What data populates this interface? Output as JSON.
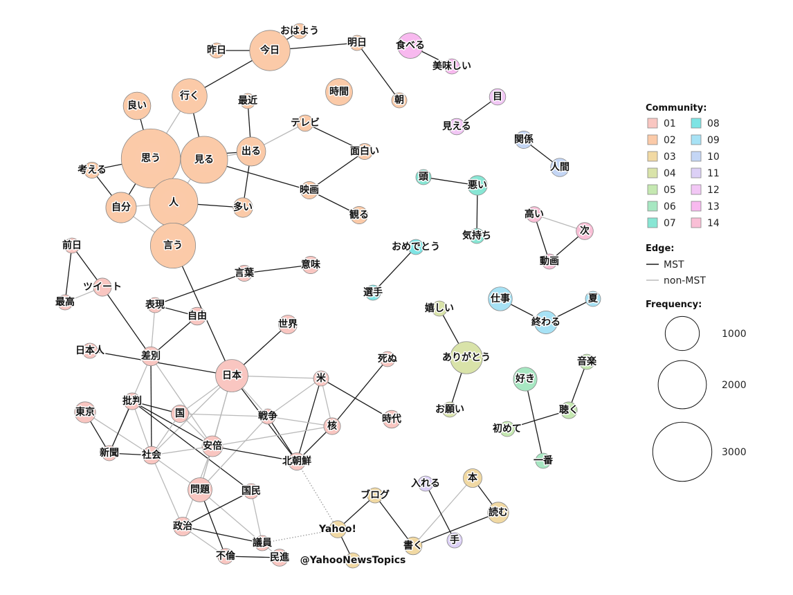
{
  "legend": {
    "community_title": "Community:",
    "edge_title": "Edge:",
    "frequency_title": "Frequency:",
    "communities": [
      {
        "id": "01",
        "color": "#f9c6c1"
      },
      {
        "id": "02",
        "color": "#fbcaa8"
      },
      {
        "id": "03",
        "color": "#f1d9a3"
      },
      {
        "id": "04",
        "color": "#d9e3a9"
      },
      {
        "id": "05",
        "color": "#c5e8b1"
      },
      {
        "id": "06",
        "color": "#a7e7c2"
      },
      {
        "id": "07",
        "color": "#88e6d4"
      },
      {
        "id": "08",
        "color": "#7ee4e4"
      },
      {
        "id": "09",
        "color": "#a7e2f5"
      },
      {
        "id": "10",
        "color": "#c4d6f5"
      },
      {
        "id": "11",
        "color": "#dcd0f6"
      },
      {
        "id": "12",
        "color": "#f2c7f5"
      },
      {
        "id": "13",
        "color": "#f8b9ef"
      },
      {
        "id": "14",
        "color": "#f9bfd6"
      }
    ],
    "edge_types": [
      {
        "label": "MST",
        "color": "#1a1a1a"
      },
      {
        "label": "non-MST",
        "color": "#bbbbbb"
      }
    ],
    "frequency_scale": [
      {
        "label": "1000",
        "value": 1000
      },
      {
        "label": "2000",
        "value": 2000
      },
      {
        "label": "3000",
        "value": 3000
      }
    ]
  },
  "watermark": "@YahooNewsTopics",
  "nodes": [
    {
      "id": "今日",
      "c": "02",
      "f": 1400
    },
    {
      "id": "おはよう",
      "c": "02",
      "f": 110
    },
    {
      "id": "昨日",
      "c": "02",
      "f": 90
    },
    {
      "id": "明日",
      "c": "02",
      "f": 150
    },
    {
      "id": "朝",
      "c": "02",
      "f": 60
    },
    {
      "id": "行く",
      "c": "02",
      "f": 1050
    },
    {
      "id": "良い",
      "c": "02",
      "f": 650
    },
    {
      "id": "時間",
      "c": "02",
      "f": 620
    },
    {
      "id": "最近",
      "c": "02",
      "f": 110
    },
    {
      "id": "テレビ",
      "c": "02",
      "f": 230
    },
    {
      "id": "面白い",
      "c": "02",
      "f": 220
    },
    {
      "id": "思う",
      "c": "02",
      "f": 3000
    },
    {
      "id": "見る",
      "c": "02",
      "f": 1900
    },
    {
      "id": "出る",
      "c": "02",
      "f": 720
    },
    {
      "id": "考える",
      "c": "02",
      "f": 220
    },
    {
      "id": "映画",
      "c": "02",
      "f": 260
    },
    {
      "id": "自分",
      "c": "02",
      "f": 800
    },
    {
      "id": "人",
      "c": "02",
      "f": 2000
    },
    {
      "id": "多い",
      "c": "02",
      "f": 330
    },
    {
      "id": "観る",
      "c": "02",
      "f": 260
    },
    {
      "id": "言う",
      "c": "02",
      "f": 1750
    },
    {
      "id": "前日",
      "c": "01",
      "f": 70
    },
    {
      "id": "ツイート",
      "c": "01",
      "f": 280
    },
    {
      "id": "最高",
      "c": "01",
      "f": 130
    },
    {
      "id": "言葉",
      "c": "01",
      "f": 220
    },
    {
      "id": "意味",
      "c": "01",
      "f": 260
    },
    {
      "id": "表現",
      "c": "01",
      "f": 160
    },
    {
      "id": "自由",
      "c": "01",
      "f": 270
    },
    {
      "id": "世界",
      "c": "01",
      "f": 300
    },
    {
      "id": "日本人",
      "c": "01",
      "f": 40
    },
    {
      "id": "差別",
      "c": "01",
      "f": 310
    },
    {
      "id": "日本",
      "c": "01",
      "f": 900
    },
    {
      "id": "米",
      "c": "01",
      "f": 180
    },
    {
      "id": "死ぬ",
      "c": "01",
      "f": 150
    },
    {
      "id": "東京",
      "c": "01",
      "f": 380
    },
    {
      "id": "批判",
      "c": "01",
      "f": 240
    },
    {
      "id": "国",
      "c": "01",
      "f": 260
    },
    {
      "id": "戦争",
      "c": "01",
      "f": 200
    },
    {
      "id": "核",
      "c": "01",
      "f": 240
    },
    {
      "id": "時代",
      "c": "01",
      "f": 270
    },
    {
      "id": "新聞",
      "c": "01",
      "f": 160
    },
    {
      "id": "社会",
      "c": "01",
      "f": 270
    },
    {
      "id": "安倍",
      "c": "01",
      "f": 370
    },
    {
      "id": "北朝鮮",
      "c": "01",
      "f": 260
    },
    {
      "id": "問題",
      "c": "01",
      "f": 500
    },
    {
      "id": "国民",
      "c": "01",
      "f": 200
    },
    {
      "id": "政治",
      "c": "01",
      "f": 300
    },
    {
      "id": "議員",
      "c": "01",
      "f": 200
    },
    {
      "id": "不倫",
      "c": "01",
      "f": 210
    },
    {
      "id": "民進",
      "c": "01",
      "f": 250
    },
    {
      "id": "食べる",
      "c": "13",
      "f": 560
    },
    {
      "id": "美味しい",
      "c": "13",
      "f": 150
    },
    {
      "id": "目",
      "c": "12",
      "f": 230
    },
    {
      "id": "見える",
      "c": "12",
      "f": 230
    },
    {
      "id": "関係",
      "c": "10",
      "f": 260
    },
    {
      "id": "人間",
      "c": "10",
      "f": 290
    },
    {
      "id": "頭",
      "c": "07",
      "f": 160
    },
    {
      "id": "悪い",
      "c": "07",
      "f": 330
    },
    {
      "id": "気持ち",
      "c": "07",
      "f": 180
    },
    {
      "id": "高い",
      "c": "14",
      "f": 210
    },
    {
      "id": "次",
      "c": "14",
      "f": 250
    },
    {
      "id": "動画",
      "c": "14",
      "f": 180
    },
    {
      "id": "おめでとう",
      "c": "08",
      "f": 120
    },
    {
      "id": "選手",
      "c": "08",
      "f": 170
    },
    {
      "id": "仕事",
      "c": "09",
      "f": 490
    },
    {
      "id": "夏",
      "c": "09",
      "f": 140
    },
    {
      "id": "終わる",
      "c": "09",
      "f": 450
    },
    {
      "id": "嬉しい",
      "c": "04",
      "f": 160
    },
    {
      "id": "ありがとう",
      "c": "04",
      "f": 890
    },
    {
      "id": "お願い",
      "c": "04",
      "f": 160
    },
    {
      "id": "音楽",
      "c": "05",
      "f": 160
    },
    {
      "id": "好き",
      "c": "06",
      "f": 480
    },
    {
      "id": "聴く",
      "c": "05",
      "f": 240
    },
    {
      "id": "初めて",
      "c": "05",
      "f": 150
    },
    {
      "id": "一番",
      "c": "06",
      "f": 150
    },
    {
      "id": "入れる",
      "c": "11",
      "f": 160
    },
    {
      "id": "本",
      "c": "03",
      "f": 300
    },
    {
      "id": "ブログ",
      "c": "03",
      "f": 200
    },
    {
      "id": "読む",
      "c": "03",
      "f": 380
    },
    {
      "id": "Yahoo!",
      "c": "03",
      "f": 250
    },
    {
      "id": "書く",
      "c": "03",
      "f": 270
    },
    {
      "id": "手",
      "c": "11",
      "f": 200
    },
    {
      "id": "@YahooNewsTopics",
      "c": "03",
      "f": 170
    }
  ],
  "edges": [
    {
      "s": "昨日",
      "t": "今日",
      "m": true
    },
    {
      "s": "今日",
      "t": "明日",
      "m": true
    },
    {
      "s": "今日",
      "t": "おはよう",
      "m": true
    },
    {
      "s": "明日",
      "t": "朝",
      "m": true
    },
    {
      "s": "今日",
      "t": "行く",
      "m": true
    },
    {
      "s": "行く",
      "t": "見る",
      "m": true
    },
    {
      "s": "行く",
      "t": "思う",
      "m": false
    },
    {
      "s": "良い",
      "t": "思う",
      "m": true
    },
    {
      "s": "思う",
      "t": "見る",
      "m": false
    },
    {
      "s": "思う",
      "t": "考える",
      "m": true
    },
    {
      "s": "思う",
      "t": "自分",
      "m": true
    },
    {
      "s": "思う",
      "t": "人",
      "m": true
    },
    {
      "s": "思う",
      "t": "言う",
      "m": false
    },
    {
      "s": "思う",
      "t": "出る",
      "m": true
    },
    {
      "s": "見る",
      "t": "人",
      "m": false
    },
    {
      "s": "見る",
      "t": "映画",
      "m": true
    },
    {
      "s": "見る",
      "t": "出る",
      "m": false
    },
    {
      "s": "最近",
      "t": "出る",
      "m": true
    },
    {
      "s": "出る",
      "t": "テレビ",
      "m": false
    },
    {
      "s": "出る",
      "t": "多い",
      "m": true
    },
    {
      "s": "テレビ",
      "t": "面白い",
      "m": true
    },
    {
      "s": "面白い",
      "t": "映画",
      "m": true
    },
    {
      "s": "映画",
      "t": "観る",
      "m": true
    },
    {
      "s": "考える",
      "t": "自分",
      "m": true
    },
    {
      "s": "自分",
      "t": "人",
      "m": false
    },
    {
      "s": "自分",
      "t": "言う",
      "m": false
    },
    {
      "s": "人",
      "t": "多い",
      "m": true
    },
    {
      "s": "人",
      "t": "言う",
      "m": true
    },
    {
      "s": "言う",
      "t": "日本",
      "m": true
    },
    {
      "s": "前日",
      "t": "ツイート",
      "m": true
    },
    {
      "s": "前日",
      "t": "最高",
      "m": true
    },
    {
      "s": "最高",
      "t": "ツイート",
      "m": false
    },
    {
      "s": "ツイート",
      "t": "差別",
      "m": true
    },
    {
      "s": "言葉",
      "t": "意味",
      "m": true
    },
    {
      "s": "言葉",
      "t": "表現",
      "m": true
    },
    {
      "s": "表現",
      "t": "自由",
      "m": true
    },
    {
      "s": "表現",
      "t": "差別",
      "m": false
    },
    {
      "s": "自由",
      "t": "差別",
      "m": true
    },
    {
      "s": "世界",
      "t": "日本",
      "m": true
    },
    {
      "s": "日本人",
      "t": "日本",
      "m": true
    },
    {
      "s": "差別",
      "t": "社会",
      "m": true
    },
    {
      "s": "差別",
      "t": "新聞",
      "m": false
    },
    {
      "s": "差別",
      "t": "安倍",
      "m": false
    },
    {
      "s": "日本",
      "t": "米",
      "m": false
    },
    {
      "s": "日本",
      "t": "戦争",
      "m": false
    },
    {
      "s": "日本",
      "t": "北朝鮮",
      "m": true
    },
    {
      "s": "日本",
      "t": "国",
      "m": false
    },
    {
      "s": "日本",
      "t": "安倍",
      "m": false
    },
    {
      "s": "日本",
      "t": "社会",
      "m": false
    },
    {
      "s": "日本",
      "t": "問題",
      "m": false
    },
    {
      "s": "米",
      "t": "時代",
      "m": true
    },
    {
      "s": "米",
      "t": "核",
      "m": false
    },
    {
      "s": "米",
      "t": "北朝鮮",
      "m": true
    },
    {
      "s": "米",
      "t": "戦争",
      "m": false
    },
    {
      "s": "死ぬ",
      "t": "核",
      "m": true
    },
    {
      "s": "東京",
      "t": "新聞",
      "m": true
    },
    {
      "s": "東京",
      "t": "社会",
      "m": false
    },
    {
      "s": "批判",
      "t": "新聞",
      "m": true
    },
    {
      "s": "批判",
      "t": "国",
      "m": true
    },
    {
      "s": "批判",
      "t": "安倍",
      "m": true
    },
    {
      "s": "批判",
      "t": "社会",
      "m": false
    },
    {
      "s": "批判",
      "t": "国民",
      "m": true
    },
    {
      "s": "国",
      "t": "社会",
      "m": false
    },
    {
      "s": "国",
      "t": "戦争",
      "m": false
    },
    {
      "s": "国",
      "t": "安倍",
      "m": false
    },
    {
      "s": "戦争",
      "t": "核",
      "m": false
    },
    {
      "s": "戦争",
      "t": "北朝鮮",
      "m": true
    },
    {
      "s": "戦争",
      "t": "問題",
      "m": false
    },
    {
      "s": "核",
      "t": "北朝鮮",
      "m": true
    },
    {
      "s": "核",
      "t": "安倍",
      "m": false
    },
    {
      "s": "新聞",
      "t": "社会",
      "m": true
    },
    {
      "s": "社会",
      "t": "安倍",
      "m": false
    },
    {
      "s": "社会",
      "t": "問題",
      "m": false
    },
    {
      "s": "社会",
      "t": "政治",
      "m": false
    },
    {
      "s": "安倍",
      "t": "北朝鮮",
      "m": true
    },
    {
      "s": "安倍",
      "t": "問題",
      "m": false
    },
    {
      "s": "安倍",
      "t": "政治",
      "m": false
    },
    {
      "s": "問題",
      "t": "不倫",
      "m": true
    },
    {
      "s": "問題",
      "t": "議員",
      "m": false
    },
    {
      "s": "国民",
      "t": "政治",
      "m": true
    },
    {
      "s": "国民",
      "t": "議員",
      "m": false
    },
    {
      "s": "政治",
      "t": "議員",
      "m": true
    },
    {
      "s": "政治",
      "t": "不倫",
      "m": false
    },
    {
      "s": "議員",
      "t": "民進",
      "m": false
    },
    {
      "s": "不倫",
      "t": "民進",
      "m": true
    },
    {
      "s": "北朝鮮",
      "t": "Yahoo!",
      "m": false,
      "dotted": true
    },
    {
      "s": "議員",
      "t": "Yahoo!",
      "m": false,
      "dotted": true
    },
    {
      "s": "Yahoo!",
      "t": "ブログ",
      "m": true
    },
    {
      "s": "Yahoo!",
      "t": "@YahooNewsTopics",
      "m": true
    },
    {
      "s": "食べる",
      "t": "美味しい",
      "m": true
    },
    {
      "s": "目",
      "t": "見える",
      "m": true
    },
    {
      "s": "関係",
      "t": "人間",
      "m": true
    },
    {
      "s": "頭",
      "t": "悪い",
      "m": true
    },
    {
      "s": "悪い",
      "t": "気持ち",
      "m": true
    },
    {
      "s": "高い",
      "t": "動画",
      "m": true
    },
    {
      "s": "次",
      "t": "動画",
      "m": true
    },
    {
      "s": "高い",
      "t": "次",
      "m": false
    },
    {
      "s": "おめでとう",
      "t": "選手",
      "m": true
    },
    {
      "s": "仕事",
      "t": "終わる",
      "m": true
    },
    {
      "s": "夏",
      "t": "終わる",
      "m": true
    },
    {
      "s": "嬉しい",
      "t": "ありがとう",
      "m": true
    },
    {
      "s": "ありがとう",
      "t": "お願い",
      "m": true
    },
    {
      "s": "音楽",
      "t": "聴く",
      "m": true
    },
    {
      "s": "初めて",
      "t": "聴く",
      "m": true
    },
    {
      "s": "好き",
      "t": "一番",
      "m": true
    },
    {
      "s": "ブログ",
      "t": "書く",
      "m": true
    },
    {
      "s": "書く",
      "t": "読む",
      "m": true
    },
    {
      "s": "書く",
      "t": "本",
      "m": false
    },
    {
      "s": "本",
      "t": "読む",
      "m": true
    },
    {
      "s": "入れる",
      "t": "手",
      "m": true
    }
  ]
}
